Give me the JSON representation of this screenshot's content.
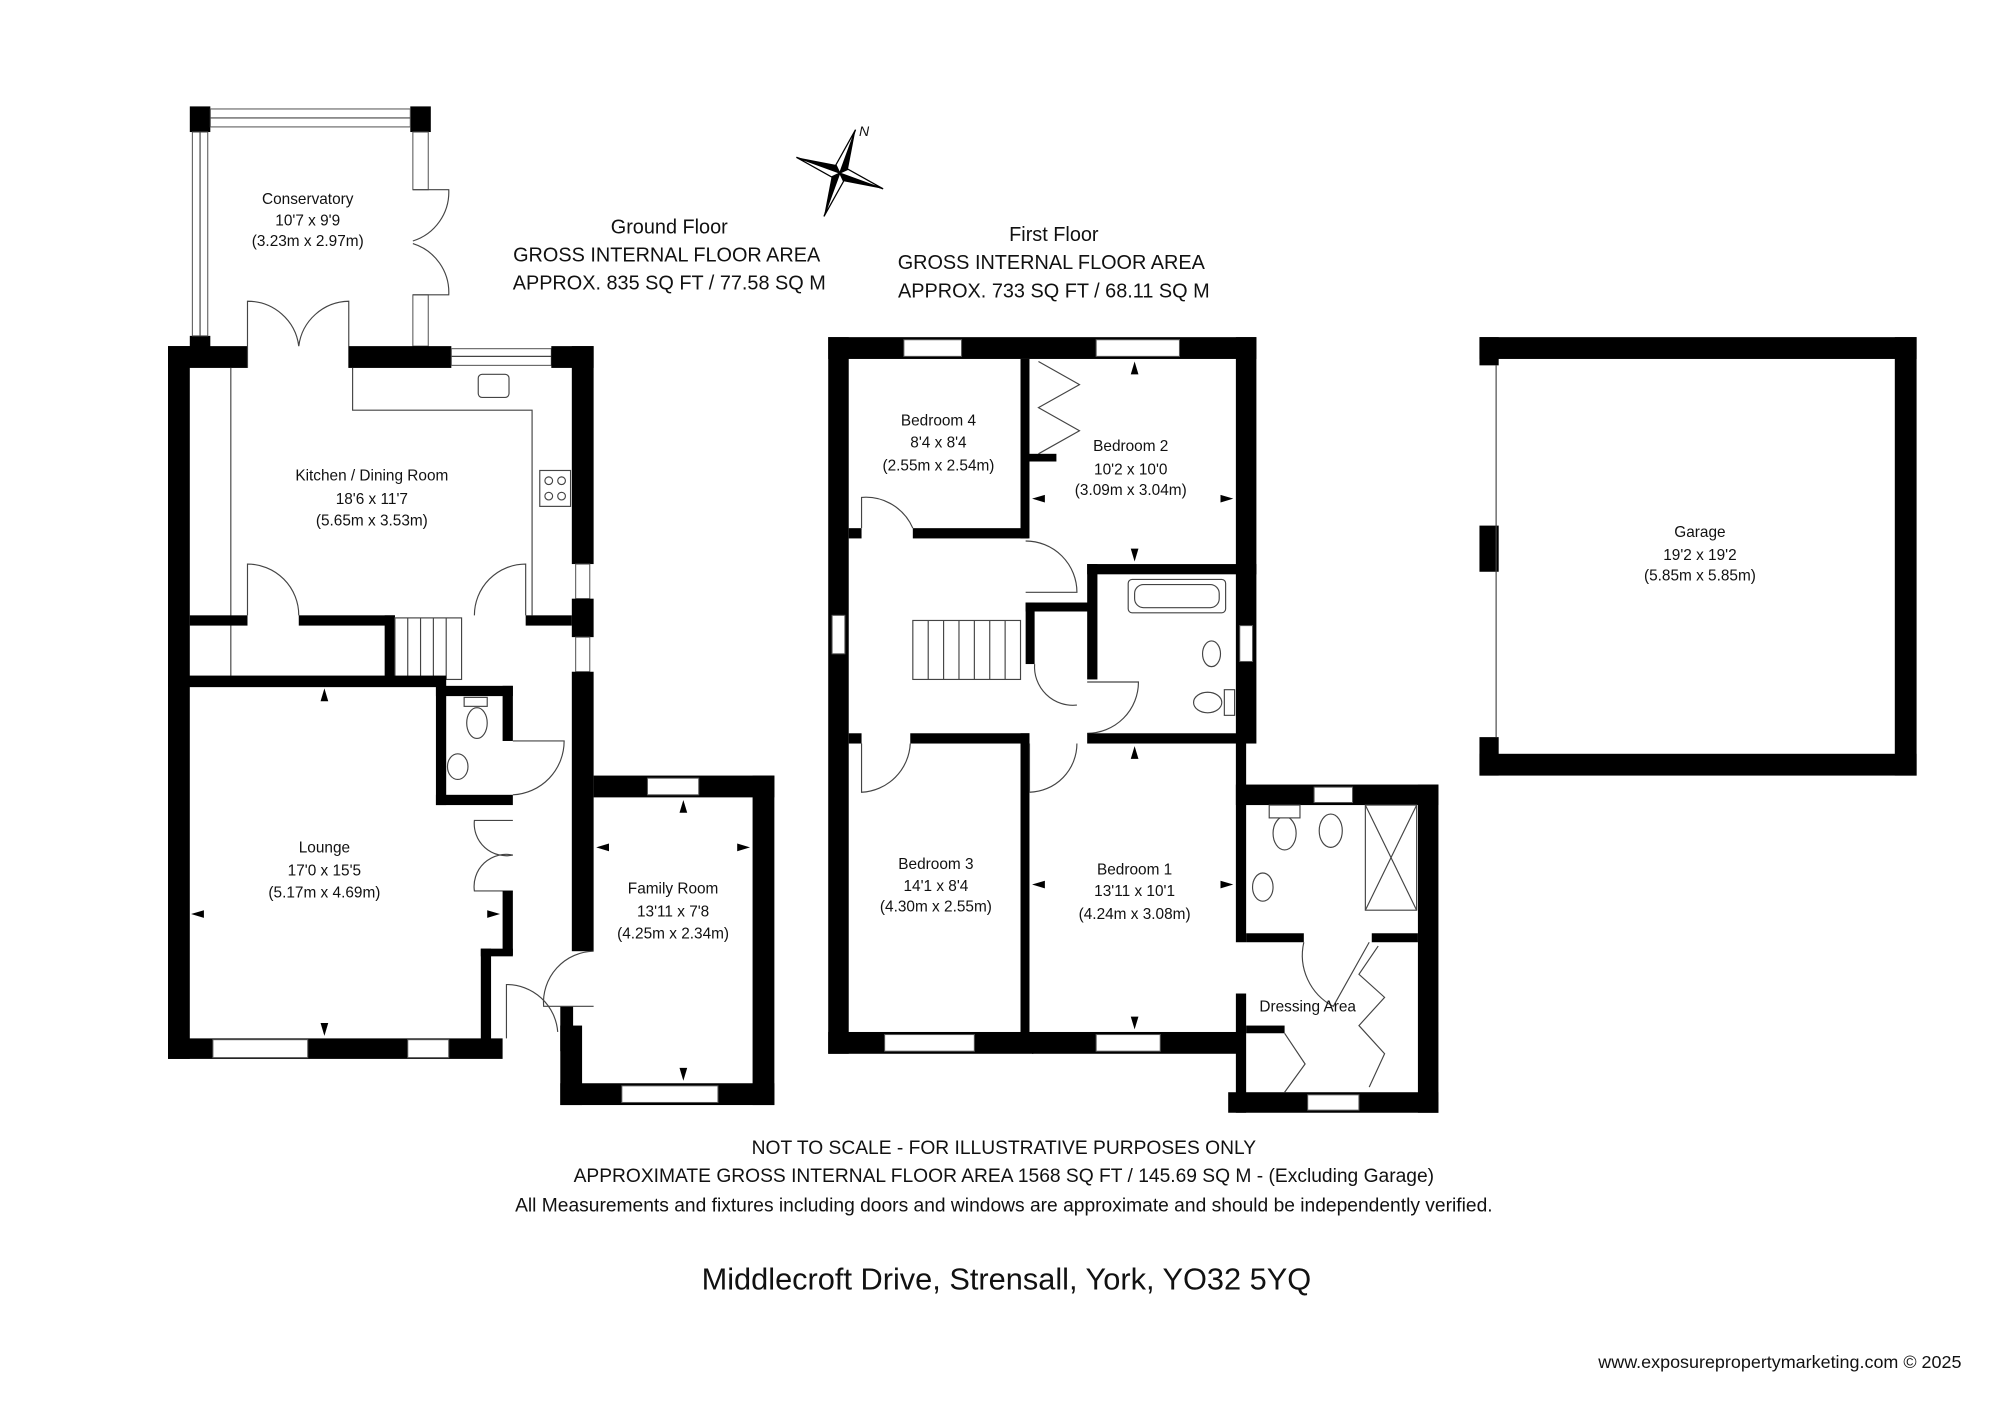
{
  "ground_floor": {
    "title": "Ground Floor",
    "area_label": "GROSS INTERNAL FLOOR AREA",
    "area_value": "APPROX. 835 SQ FT / 77.58 SQ M",
    "rooms": [
      {
        "name": "Conservatory",
        "imperial": "10'7 x 9'9",
        "metric": "(3.23m x 2.97m)"
      },
      {
        "name": "Kitchen / Dining Room",
        "imperial": "18'6 x 11'7",
        "metric": "(5.65m x 3.53m)"
      },
      {
        "name": "Lounge",
        "imperial": "17'0 x 15'5",
        "metric": "(5.17m x 4.69m)"
      },
      {
        "name": "Family Room",
        "imperial": "13'11 x 7'8",
        "metric": "(4.25m x 2.34m)"
      }
    ]
  },
  "first_floor": {
    "title": "First Floor",
    "area_label": "GROSS INTERNAL FLOOR AREA",
    "area_value": "APPROX. 733 SQ FT / 68.11 SQ M",
    "rooms": [
      {
        "name": "Bedroom 4",
        "imperial": "8'4 x 8'4",
        "metric": "(2.55m x 2.54m)"
      },
      {
        "name": "Bedroom 2",
        "imperial": "10'2 x 10'0",
        "metric": "(3.09m x 3.04m)"
      },
      {
        "name": "Bedroom 3",
        "imperial": "14'1 x 8'4",
        "metric": "(4.30m x 2.55m)"
      },
      {
        "name": "Bedroom 1",
        "imperial": "13'11 x 10'1",
        "metric": "(4.24m x 3.08m)"
      },
      {
        "name": "Dressing Area"
      }
    ]
  },
  "garage": {
    "name": "Garage",
    "imperial": "19'2 x 19'2",
    "metric": "(5.85m x 5.85m)"
  },
  "compass": {
    "label": "N",
    "icon": "compass-rose-icon"
  },
  "footer": {
    "line1": "NOT TO SCALE - FOR ILLUSTRATIVE PURPOSES ONLY",
    "line2": "APPROXIMATE GROSS INTERNAL FLOOR AREA 1568 SQ FT / 145.69 SQ M - (Excluding Garage)",
    "line3": "All Measurements and fixtures including doors and windows are approximate and should be independently verified.",
    "address": "Middlecroft Drive, Strensall, York, YO32 5YQ",
    "website": "www.exposurepropertymarketing.com © 2025"
  }
}
